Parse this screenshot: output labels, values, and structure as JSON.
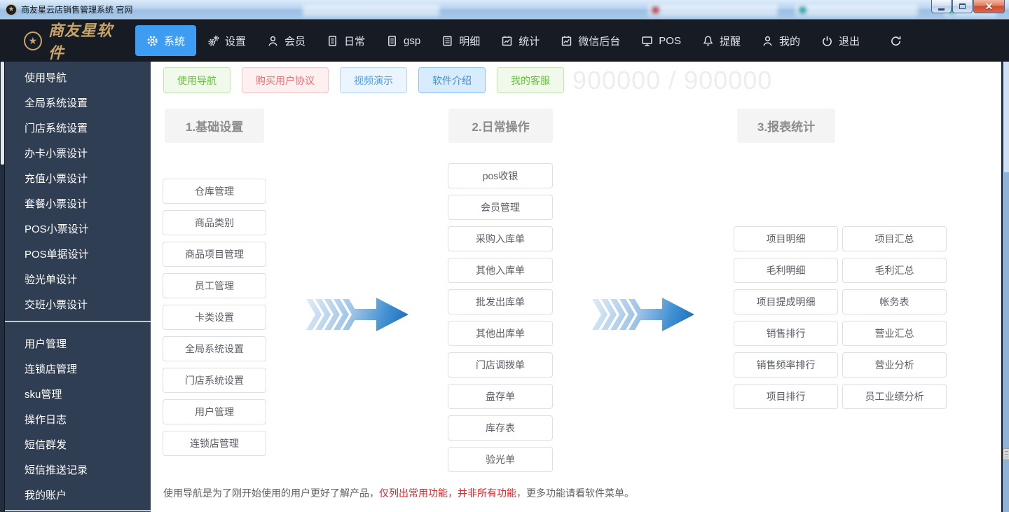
{
  "window": {
    "title": "商友星云店销售管理系统 官网"
  },
  "navbar": {
    "logo_text": "商友星软件",
    "items": [
      {
        "label": "系统",
        "icon": "gear",
        "active": true
      },
      {
        "label": "设置",
        "icon": "gears",
        "active": false
      },
      {
        "label": "会员",
        "icon": "user",
        "active": false
      },
      {
        "label": "日常",
        "icon": "document",
        "active": false
      },
      {
        "label": "gsp",
        "icon": "document",
        "active": false
      },
      {
        "label": "明细",
        "icon": "ledger",
        "active": false
      },
      {
        "label": "统计",
        "icon": "chart",
        "active": false
      },
      {
        "label": "微信后台",
        "icon": "chart",
        "active": false
      },
      {
        "label": "POS",
        "icon": "monitor",
        "active": false
      }
    ],
    "right": [
      {
        "label": "提醒",
        "icon": "bell"
      },
      {
        "label": "我的",
        "icon": "user"
      },
      {
        "label": "退出",
        "icon": "power"
      }
    ]
  },
  "sidebar": {
    "group1": [
      "使用导航",
      "全局系统设置",
      "门店系统设置",
      "办卡小票设计",
      "充值小票设计",
      "套餐小票设计",
      "POS小票设计",
      "POS单据设计",
      "验光单设计",
      "交班小票设计"
    ],
    "group2": [
      "用户管理",
      "连锁店管理",
      "sku管理",
      "操作日志",
      "短信群发",
      "短信推送记录",
      "我的账户"
    ]
  },
  "main": {
    "actions": [
      "使用导航",
      "购买用户协议",
      "视频演示",
      "软件介绍",
      "我的客服"
    ],
    "watermark": "900000 / 900000",
    "col1": {
      "header": "1.基础设置",
      "buttons": [
        "仓库管理",
        "商品类别",
        "商品项目管理",
        "员工管理",
        "卡类设置",
        "全局系统设置",
        "门店系统设置",
        "用户管理",
        "连锁店管理"
      ]
    },
    "col2": {
      "header": "2.日常操作",
      "buttons": [
        "pos收银",
        "会员管理",
        "采购入库单",
        "其他入库单",
        "批发出库单",
        "其他出库单",
        "门店调拨单",
        "盘存单",
        "库存表",
        "验光单"
      ]
    },
    "col3": {
      "header": "3.报表统计",
      "left": [
        "项目明细",
        "毛利明细",
        "项目提成明细",
        "销售排行",
        "销售频率排行",
        "项目排行"
      ],
      "right": [
        "项目汇总",
        "毛利汇总",
        "帐务表",
        "营业汇总",
        "营业分析",
        "员工业绩分析"
      ]
    },
    "note": {
      "pre": "使用导航是为了刚开始使用的用户更好了解产品，",
      "red": "仅列出常用功能，并非所有功能",
      "post": "，更多功能请看软件菜单。"
    }
  },
  "colors": {
    "accent_blue": "#3d9df3",
    "nav_bg": "#171b24",
    "sidebar_bg": "#2f3e53",
    "logo_gold": "#c7a469",
    "note_red": "#e62129",
    "watermark_gray": "#ededed"
  }
}
